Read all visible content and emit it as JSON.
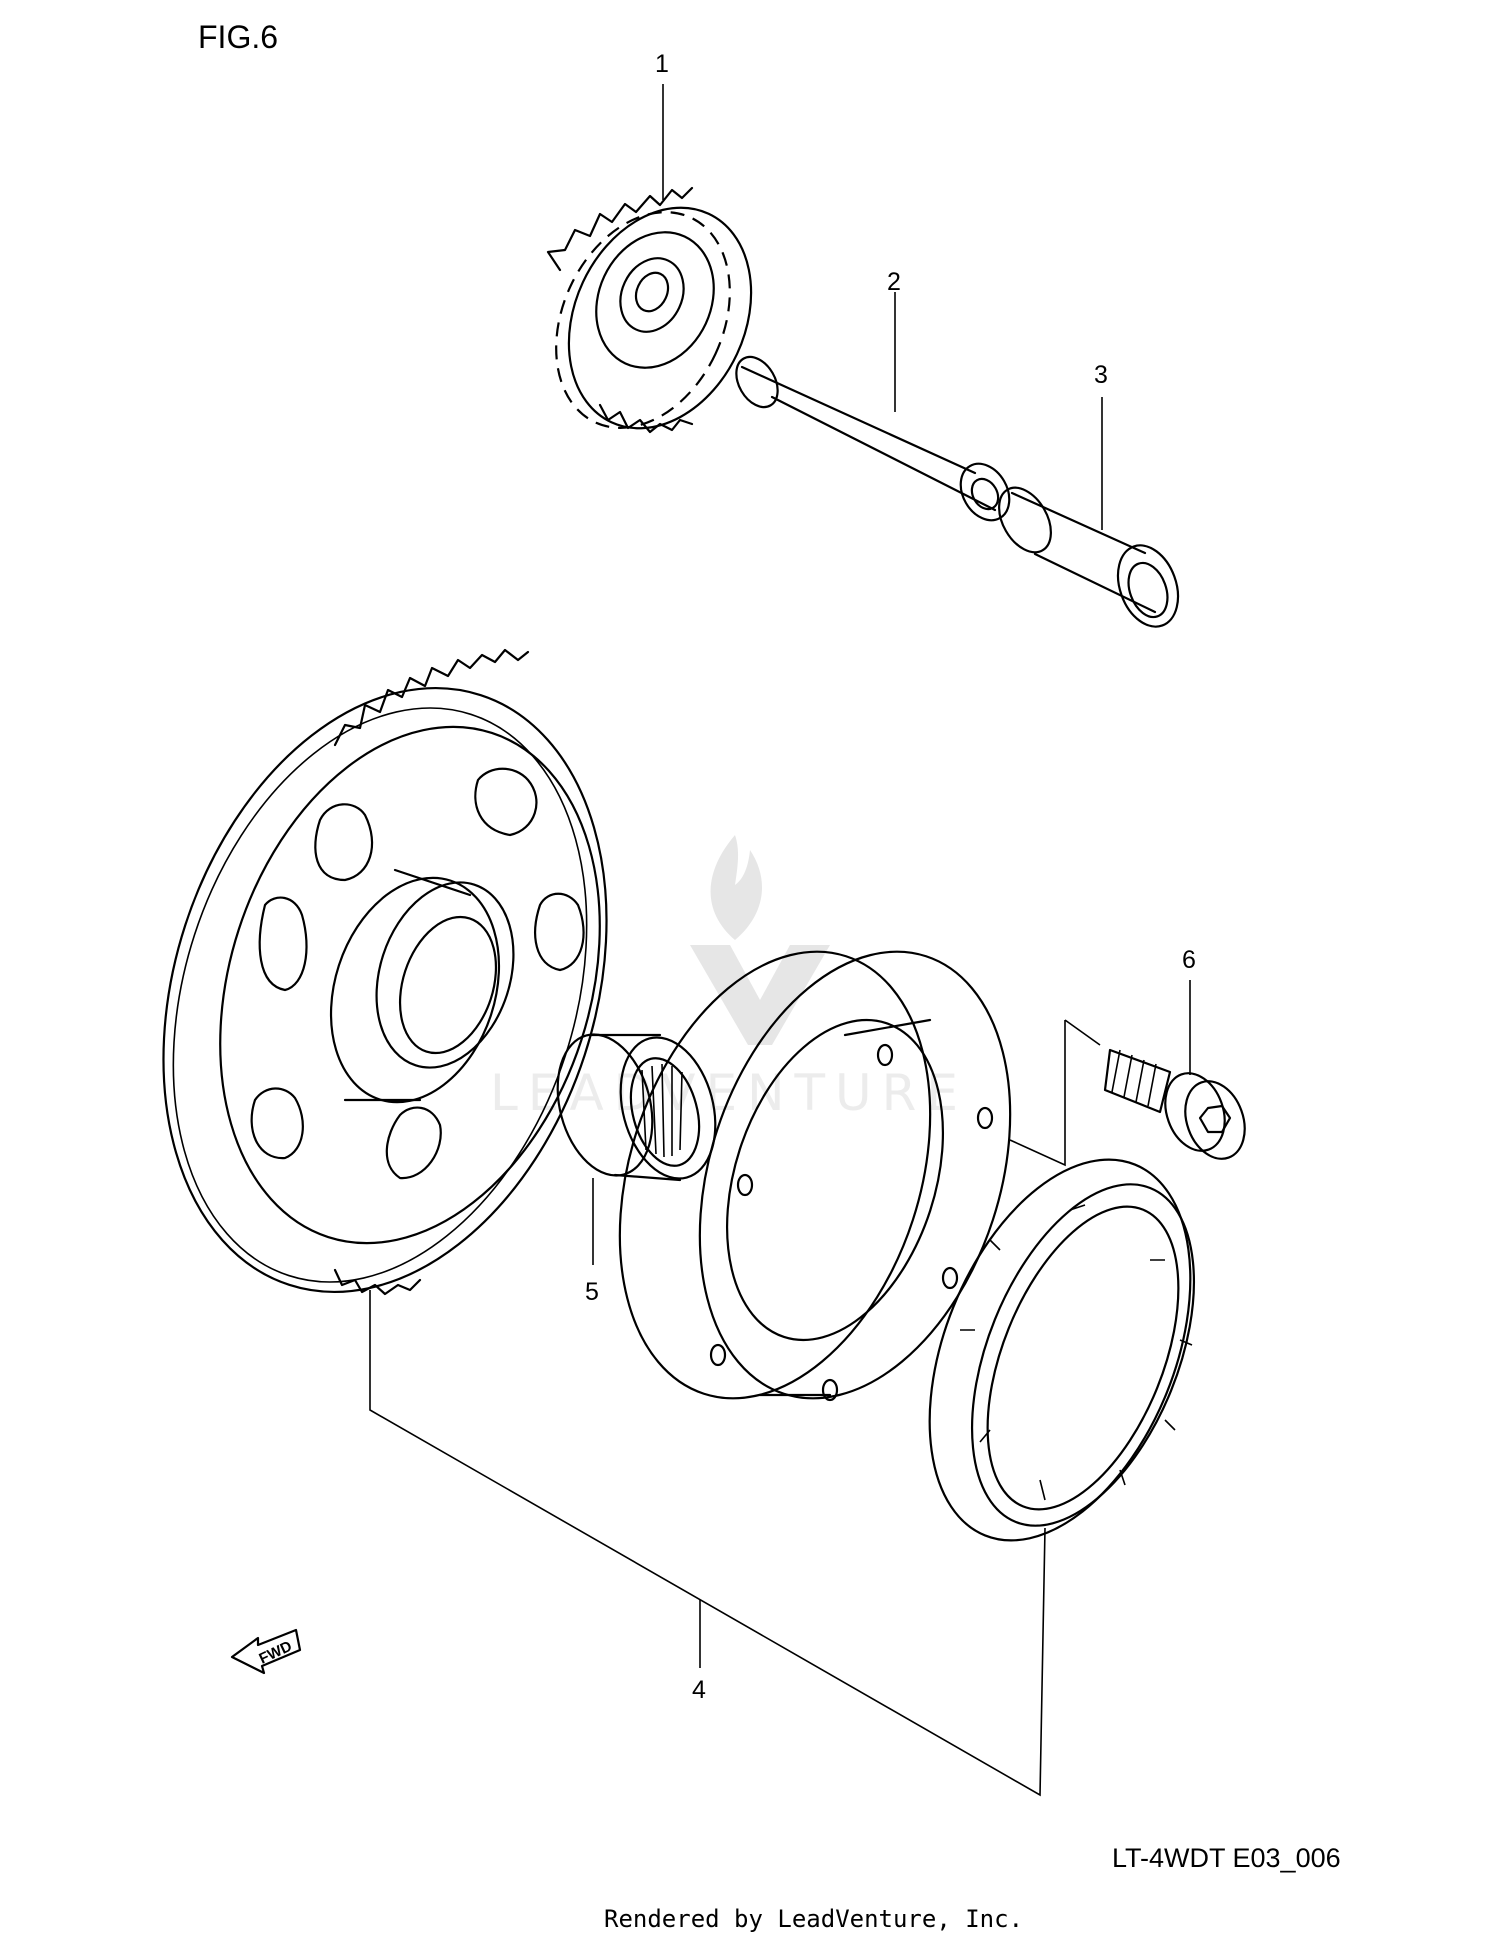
{
  "figure_label": "FIG.6",
  "model_code": "LT-4WDT E03_006",
  "footer": "Rendered by LeadVenture, Inc.",
  "watermark_text": "LEADVENTURE",
  "fwd_label": "FWD",
  "callouts": [
    "1",
    "2",
    "3",
    "4",
    "5",
    "6"
  ],
  "line_color": "#000000"
}
